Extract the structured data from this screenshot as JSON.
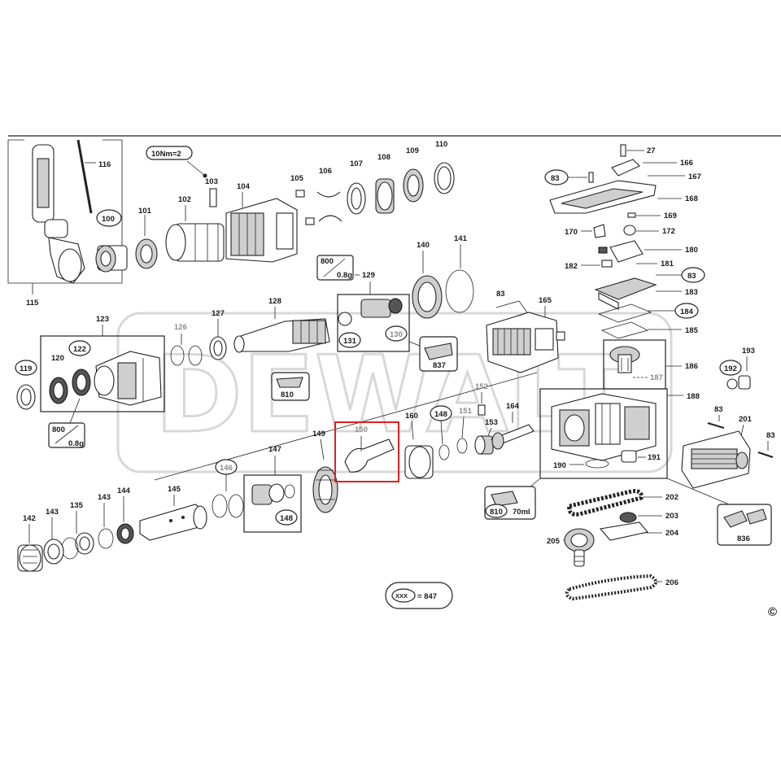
{
  "diagram": {
    "torque_note": "10Nm=2",
    "watermark": "DEWALT",
    "legend": {
      "symbol": "XXX",
      "equals": "= 847"
    },
    "copyright": "©",
    "grease_notes": {
      "g800_top": {
        "qty": "800",
        "amount": "0.8g"
      },
      "g800_left": {
        "qty": "800",
        "amount": "0.8g"
      },
      "oil_810": {
        "qty": "810",
        "amount": "70ml"
      }
    },
    "parts": {
      "p115": "115",
      "p116": "116",
      "p100": "100",
      "p101": "101",
      "p102": "102",
      "p103": "103",
      "p104": "104",
      "p105": "105",
      "p106": "106",
      "p107": "107",
      "p108": "108",
      "p109": "109",
      "p110": "110",
      "p140": "140",
      "p141": "141",
      "p129": "129",
      "p131": "131",
      "p130": "130",
      "p837": "837",
      "p128": "128",
      "p127": "127",
      "p126": "126",
      "p123": "123",
      "p119": "119",
      "p120": "120",
      "p122": "122",
      "p810a": "810",
      "p150": "150",
      "p149": "149",
      "p160": "160",
      "p148a": "148",
      "p151": "151",
      "p152": "152",
      "p153": "153",
      "p164": "164",
      "p147": "147",
      "p146": "146",
      "p148b": "148",
      "p145": "145",
      "p144": "144",
      "p143a": "143",
      "p135": "135",
      "p143b": "143",
      "p142": "142",
      "p27": "27",
      "p166": "166",
      "p83a": "83",
      "p167": "167",
      "p168": "168",
      "p169": "169",
      "p170": "170",
      "p172": "172",
      "p180": "180",
      "p181": "181",
      "p182": "182",
      "p83b": "83",
      "p183": "183",
      "p184": "184",
      "p185": "185",
      "p186": "186",
      "p187": "187",
      "p165": "165",
      "p83c": "83",
      "p193": "193",
      "p192": "192",
      "p188": "188",
      "p83d": "83",
      "p201": "201",
      "p83e": "83",
      "p190": "190",
      "p191": "191",
      "p202": "202",
      "p203": "203",
      "p204": "204",
      "p205": "205",
      "p206": "206",
      "p836": "836"
    }
  }
}
